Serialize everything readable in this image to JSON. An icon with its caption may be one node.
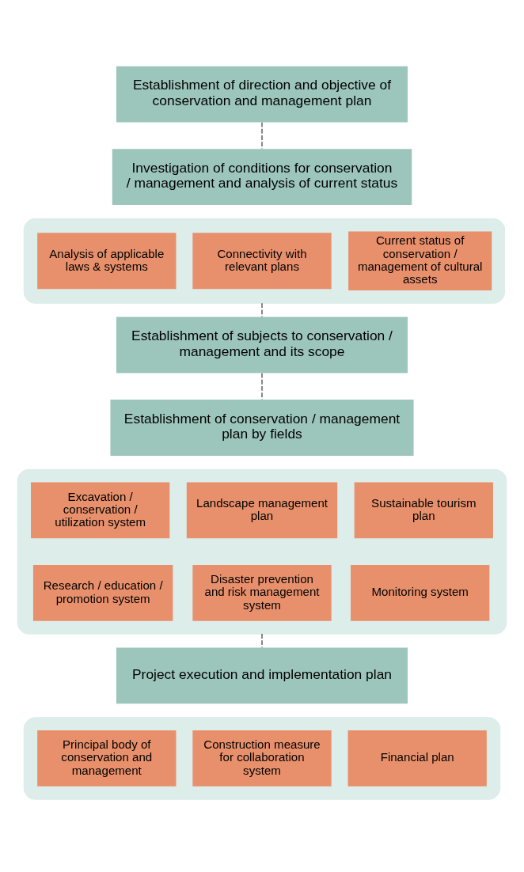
{
  "diagram": {
    "nodes": [
      {
        "text": [
          "Establishment of direction and objective of conservation and management plan"
        ]
      },
      {
        "text": [
          "Investigation of conditions for conservation / management and analysis of current status"
        ]
      },
      {
        "text": [],
        "shape": "box"
      },
      {
        "text": [
          "Analysis of applicable laws & systems"
        ],
        "in": 2
      },
      {
        "text": [
          "Connectivity with relevant plans"
        ],
        "in": 2
      },
      {
        "text": [
          "Current status of conservation / management of cultural assets"
        ],
        "in": 2
      },
      {
        "text": [
          "Establishment of subjects to conservation / management and its scope"
        ]
      },
      {
        "text": [
          "Establishment of conservation / management plan by fields"
        ]
      },
      {
        "text": [],
        "shape": "box"
      },
      {
        "text": [
          "Excavation / conservation / utilization system"
        ],
        "in": 8
      },
      {
        "text": [
          "Landscape management plan"
        ],
        "in": 8
      },
      {
        "text": [
          "Sustainable tourism plan"
        ],
        "in": 8
      },
      {
        "text": [
          "Research / education / promotion system"
        ],
        "in": 8
      },
      {
        "text": [
          "Disaster prevention and risk management system"
        ],
        "in": 8
      },
      {
        "text": [
          "Monitoring system"
        ],
        "in": 8
      },
      {
        "text": [
          "Project execution and implementation plan"
        ]
      },
      {
        "text": [],
        "shape": "box"
      },
      {
        "text": [
          "Principal body of conservation and management"
        ],
        "in": 16
      },
      {
        "text": [
          "Construction measure for collaboration system"
        ],
        "in": 16
      },
      {
        "text": [
          "Financial plan"
        ],
        "in": 16
      }
    ],
    "edges": [
      {
        "from": 0,
        "to": 1,
        "arrow": "none",
        "style": "dashed"
      },
      {
        "from": 2,
        "to": 6,
        "arrow": "none",
        "style": "dashed"
      },
      {
        "from": 6,
        "to": 7,
        "arrow": "none",
        "style": "dashed"
      },
      {
        "from": 8,
        "to": 15,
        "arrow": "none",
        "style": "dashed"
      }
    ]
  }
}
